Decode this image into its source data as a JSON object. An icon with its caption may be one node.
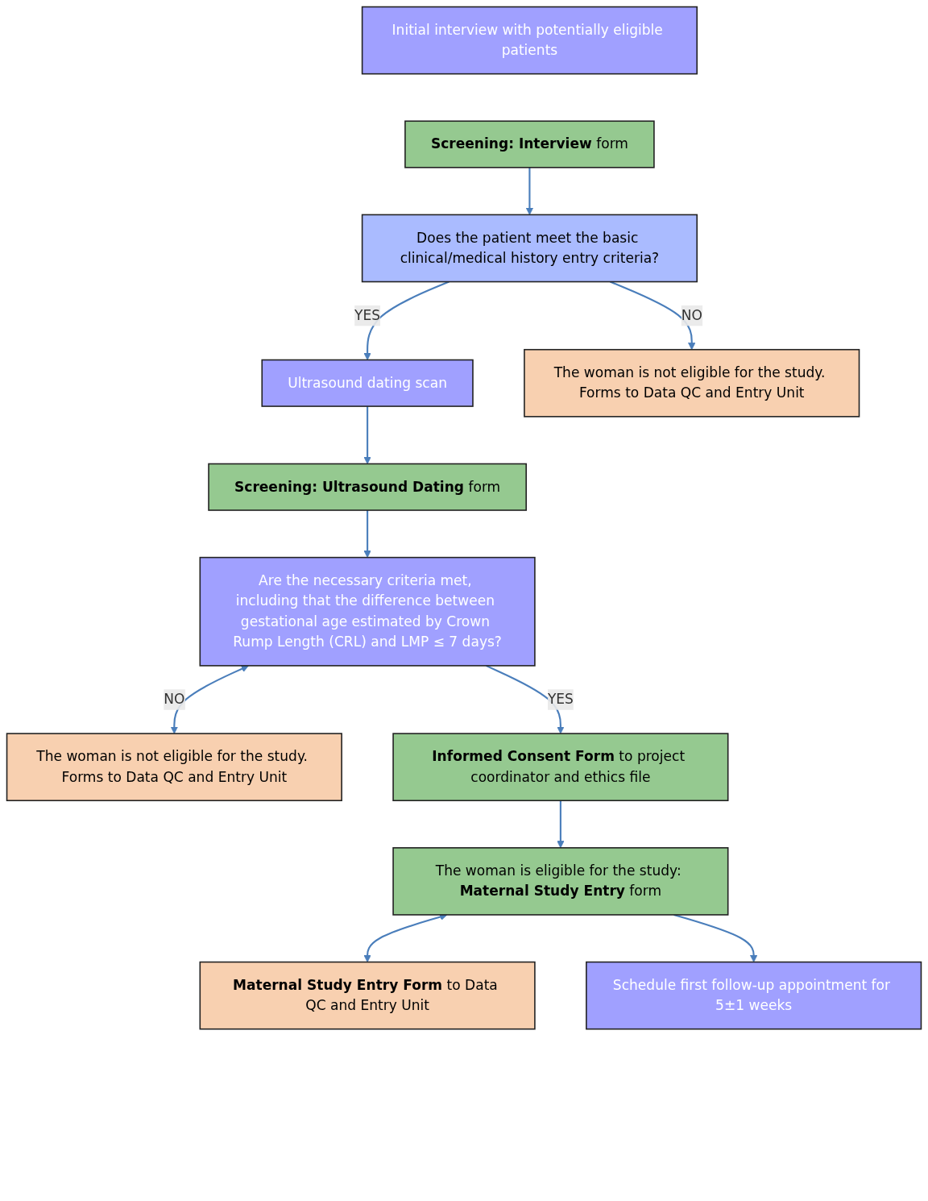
{
  "diagram": {
    "nodes": [
      {
        "text": [
          "Initial interview with potentially eligible patients"
        ]
      },
      {
        "text": [
          "**Screening: Interview** form"
        ]
      },
      {
        "text": [
          "Does the patient meet the basic clinical/medical history entry criteria?"
        ]
      },
      {
        "text": [
          "Ultrasound dating scan"
        ]
      },
      {
        "text": [
          "The woman is not eligible for the study. Forms to Data QC and Entry Unit"
        ]
      },
      {
        "text": [
          "**Screening: Ultrasound Dating** form"
        ]
      },
      {
        "text": [
          "Are the necessary criteria met, including that the difference between gestational age estimated by Crown Rump Length (CRL) and LMP ≤ 7 days?"
        ]
      },
      {
        "text": [
          "The woman is not eligible for the study. Forms to Data QC and Entry Unit"
        ]
      },
      {
        "text": [
          "**Informed Consent Form** to project coordinator and ethics file"
        ]
      },
      {
        "text": [
          "The woman is eligible for the study: **Maternal Study Entry** form"
        ]
      },
      {
        "text": [
          "**Maternal Study Entry Form** to Data QC and Entry Unit"
        ]
      },
      {
        "text": [
          "Schedule first follow-up appointment for 5±1 weeks"
        ]
      }
    ],
    "edges": [
      {
        "from": 1,
        "to": 2,
        "arrow": "to"
      },
      {
        "from": 2,
        "to": 3,
        "arrow": "to",
        "label": "YES"
      },
      {
        "from": 2,
        "to": 4,
        "arrow": "to",
        "label": "NO"
      },
      {
        "from": 3,
        "to": 5,
        "arrow": "to"
      },
      {
        "from": 5,
        "to": 6,
        "arrow": "to"
      },
      {
        "from": 6,
        "to": 7,
        "arrow": "both",
        "label": "NO"
      },
      {
        "from": 6,
        "to": 8,
        "arrow": "to",
        "label": "YES"
      },
      {
        "from": 8,
        "to": 9,
        "arrow": "to"
      },
      {
        "from": 9,
        "to": 10,
        "arrow": "both"
      },
      {
        "from": 9,
        "to": 11,
        "arrow": "to"
      }
    ]
  }
}
